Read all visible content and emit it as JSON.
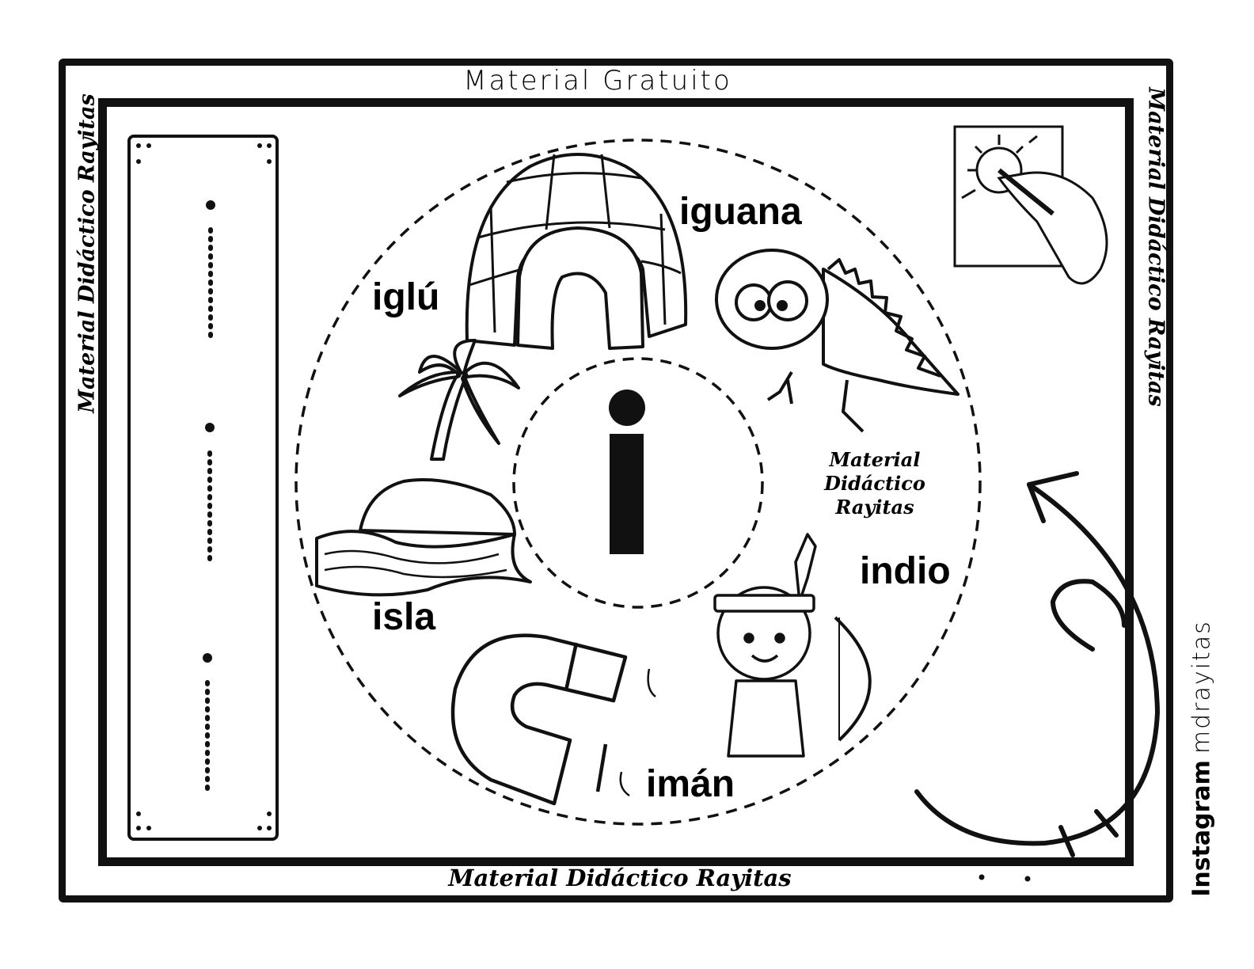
{
  "header": {
    "title": "Material Gratuito"
  },
  "footer": {
    "title": "Material Didáctico Rayitas"
  },
  "sides": {
    "left": "Material Didáctico Rayitas",
    "right": "Material Didáctico Rayitas"
  },
  "social": {
    "brand": "Instagram",
    "handle": "mdrayitas"
  },
  "wheel": {
    "letter": "i",
    "words": [
      "iglú",
      "iguana",
      "isla",
      "indio",
      "imán"
    ],
    "watermark": [
      "Material",
      "Didáctico",
      "Rayitas"
    ]
  },
  "icons": [
    "igloo-icon",
    "iguana-icon",
    "island-icon",
    "native-child-icon",
    "magnet-icon",
    "coloring-hand-icon",
    "tracing-arrow-icon"
  ]
}
